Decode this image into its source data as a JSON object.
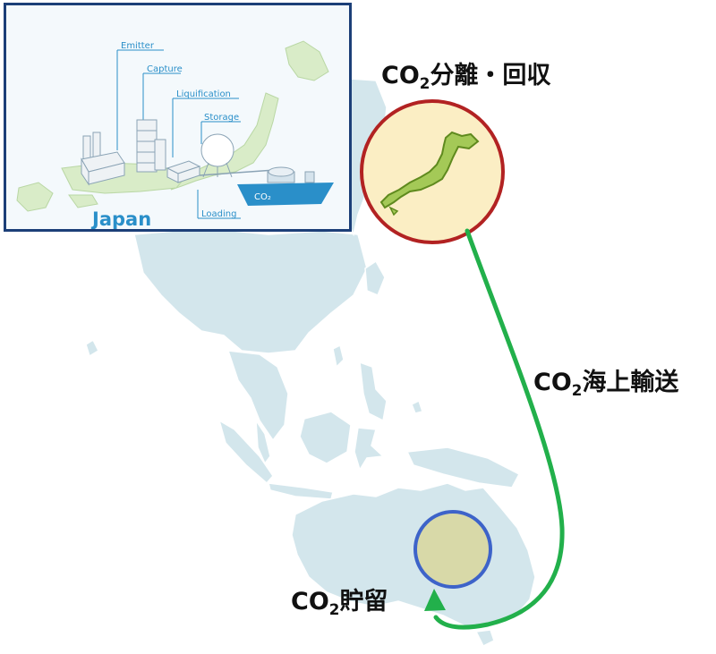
{
  "labels": {
    "capture_prefix": "CO",
    "capture_sub": "2",
    "capture_suffix": "分離・回収",
    "transport_prefix": "CO",
    "transport_sub": "2",
    "transport_suffix": "海上輸送",
    "storage_prefix": "CO",
    "storage_sub": "2",
    "storage_suffix": "貯留"
  },
  "inset": {
    "region": "Japan",
    "steps": [
      "Emitter",
      "Capture",
      "Liquification",
      "Storage",
      "Loading"
    ],
    "ship_label": "CO₂"
  },
  "colors": {
    "capture_circle_stroke": "#b22222",
    "capture_circle_fill": "#fbeec4",
    "storage_circle_stroke": "#3d63c9",
    "storage_circle_fill": "#d8d9a8",
    "route_arrow": "#22b04b",
    "map_land": "#cfe3ea",
    "inset_border": "#1c3f78",
    "inset_accent": "#2a8fc9"
  }
}
